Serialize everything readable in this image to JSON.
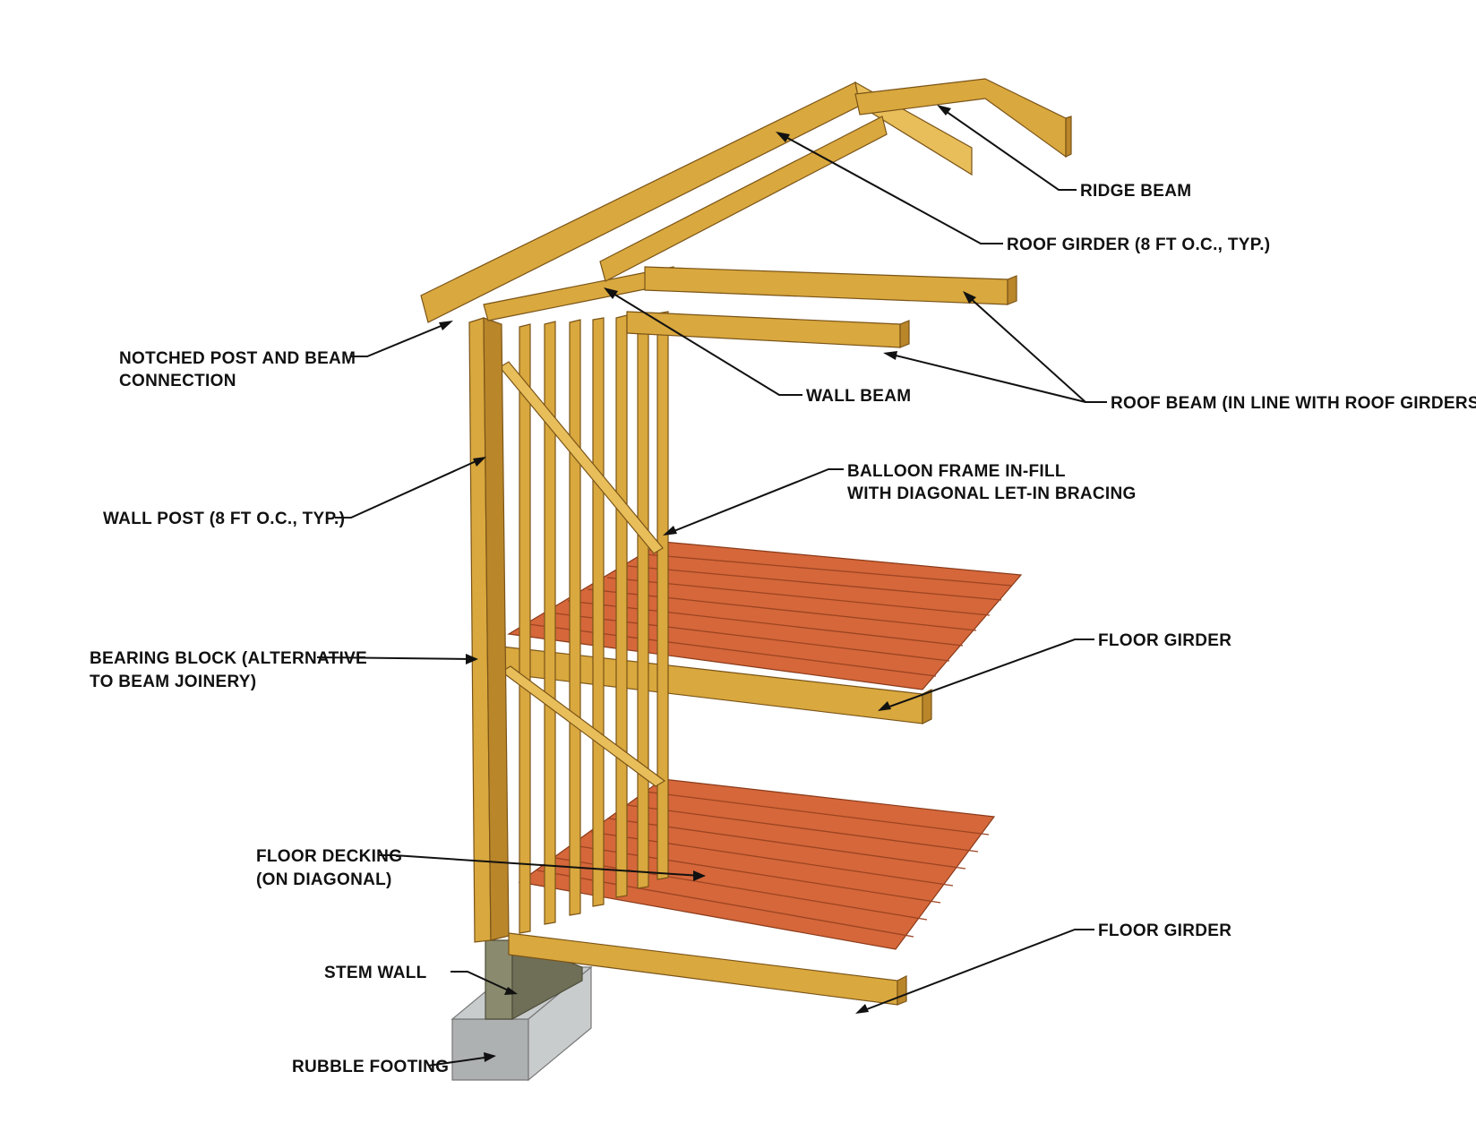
{
  "labels": {
    "ridge_beam": "RIDGE BEAM",
    "roof_girder": "ROOF GIRDER (8 FT O.C., TYP.)",
    "notched_post_line1": "NOTCHED POST AND BEAM",
    "notched_post_line2": "CONNECTION",
    "wall_beam": "WALL BEAM",
    "roof_beam": "ROOF BEAM (IN LINE WITH ROOF GIRDERS)",
    "balloon_line1": "BALLOON FRAME IN-FILL",
    "balloon_line2": "WITH DIAGONAL LET-IN BRACING",
    "wall_post": "WALL POST (8 FT O.C., TYP.)",
    "bearing_block_line1": "BEARING BLOCK (ALTERNATIVE",
    "bearing_block_line2": "TO BEAM JOINERY)",
    "floor_girder_upper": "FLOOR GIRDER",
    "floor_decking_line1": "FLOOR DECKING",
    "floor_decking_line2": "(ON DIAGONAL)",
    "floor_girder_lower": "FLOOR GIRDER",
    "stem_wall": "STEM WALL",
    "rubble_footing": "RUBBLE FOOTING"
  },
  "colors": {
    "wood": "#D9A83E",
    "decking": "#D5673A",
    "stem_wall": "#8a8a6e",
    "footing": "#c9cccd",
    "ink": "#111111"
  }
}
